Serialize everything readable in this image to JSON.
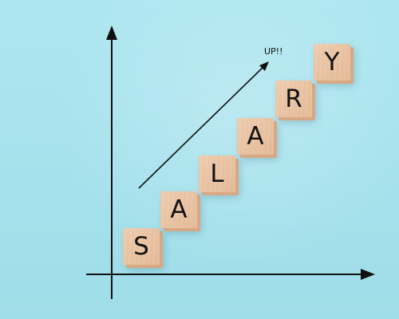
{
  "blocks": [
    {
      "letter": "S"
    },
    {
      "letter": "A"
    },
    {
      "letter": "L"
    },
    {
      "letter": "A"
    },
    {
      "letter": "R"
    },
    {
      "letter": "Y"
    }
  ],
  "annotation": {
    "text": "UP!!"
  },
  "colors": {
    "background": "#a8e3ee",
    "block_wood": "#ecc3a0",
    "lines": "#111111"
  }
}
